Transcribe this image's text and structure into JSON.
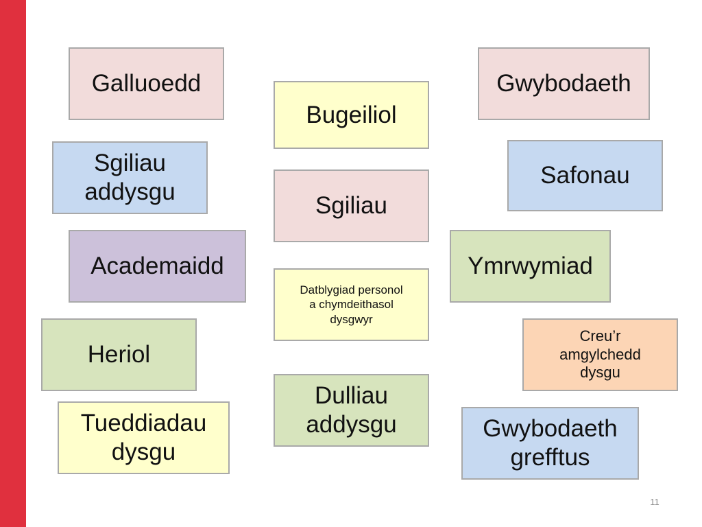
{
  "cards": {
    "galluoedd": "Galluoedd",
    "bugeiliol": "Bugeiliol",
    "gwybodaeth": "Gwybodaeth",
    "sgiliau_addysgu": "Sgiliau\naddysgu",
    "safonau": "Safonau",
    "sgiliau": "Sgiliau",
    "academaidd": "Academaidd",
    "ymrwymiad": "Ymrwymiad",
    "datblygiad": "Datblygiad personol\na chymdeithasol\ndysgwyr",
    "heriol": "Heriol",
    "creur": "Creu’r\namgylchedd\ndysgu",
    "dulliau_addysgu": "Dulliau\naddysgu",
    "tueddiadau_dysgu": "Tueddiadau\ndysgu",
    "gwybodaeth_grefftus": "Gwybodaeth\ngrefftus"
  },
  "page_number": "11",
  "colors": {
    "accent_bar": "#e0303e",
    "pink": "#f2dcdb",
    "yellow": "#ffffcc",
    "blue": "#c6d9f1",
    "purple": "#ccc1da",
    "green": "#d7e4bd",
    "orange": "#fcd5b5"
  }
}
